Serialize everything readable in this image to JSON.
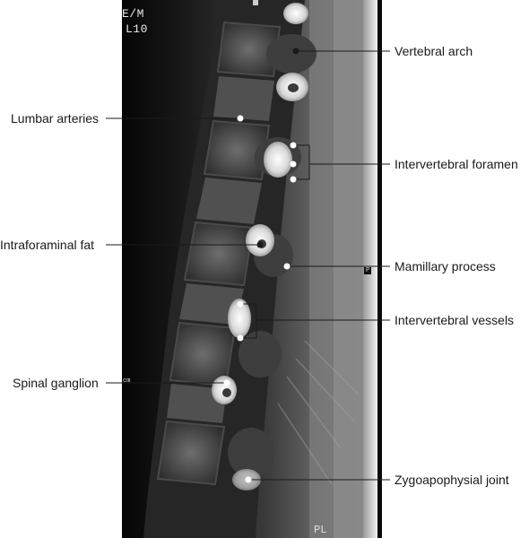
{
  "overlay": {
    "line1": "E/M",
    "line2": "L10",
    "bottom_mark": "PL",
    "small_mark": "cm",
    "side_mark": "P"
  },
  "labels": {
    "vertebral_arch": "Vertebral arch",
    "lumbar_arteries": "Lumbar arteries",
    "intervertebral_foramen": "Intervertebral foramen",
    "intraforaminal_fat": "Intraforaminal fat",
    "mamillary_process": "Mamillary process",
    "intervertebral_vessels": "Intervertebral vessels",
    "spinal_ganglion": "Spinal ganglion",
    "zygoapophysial_joint": "Zygoapophysial joint"
  },
  "colors": {
    "background": "#ffffff",
    "leader": "#1a1a1a",
    "marker": "#ffffff"
  }
}
